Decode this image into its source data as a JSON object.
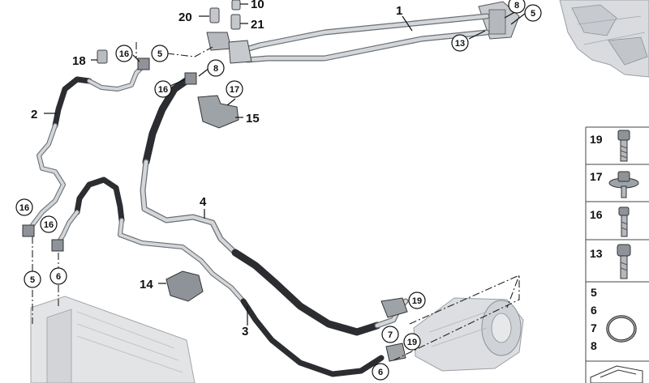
{
  "diagram": {
    "callouts": [
      {
        "id": "c1",
        "text": "1"
      },
      {
        "id": "c2",
        "text": "2"
      },
      {
        "id": "c3",
        "text": "3"
      },
      {
        "id": "c4",
        "text": "4"
      },
      {
        "id": "c10",
        "text": "10"
      },
      {
        "id": "c14",
        "text": "14"
      },
      {
        "id": "c15",
        "text": "15"
      },
      {
        "id": "c18",
        "text": "18"
      },
      {
        "id": "c20",
        "text": "20"
      },
      {
        "id": "c21",
        "text": "21"
      }
    ],
    "circled": [
      {
        "id": "k8a",
        "text": "8"
      },
      {
        "id": "k5a",
        "text": "5"
      },
      {
        "id": "k13a",
        "text": "13"
      },
      {
        "id": "k16a",
        "text": "16"
      },
      {
        "id": "k5b",
        "text": "5"
      },
      {
        "id": "k8b",
        "text": "8"
      },
      {
        "id": "k16b",
        "text": "16"
      },
      {
        "id": "k17a",
        "text": "17"
      },
      {
        "id": "k16c",
        "text": "16"
      },
      {
        "id": "k16d",
        "text": "16"
      },
      {
        "id": "k5c",
        "text": "5"
      },
      {
        "id": "k6a",
        "text": "6"
      },
      {
        "id": "k19a",
        "text": "19"
      },
      {
        "id": "k7a",
        "text": "7"
      },
      {
        "id": "k19b",
        "text": "19"
      },
      {
        "id": "k6b",
        "text": "6"
      }
    ],
    "sidebar": [
      {
        "id": "s19",
        "text": "19",
        "icon": "bolt-icon"
      },
      {
        "id": "s17",
        "text": "17",
        "icon": "flange-screw-icon"
      },
      {
        "id": "s16",
        "text": "16",
        "icon": "bolt-icon"
      },
      {
        "id": "s13",
        "text": "13",
        "icon": "bolt-icon"
      },
      {
        "id": "s5678",
        "text": [
          "5",
          "6",
          "7",
          "8"
        ],
        "icon": "o-ring-icon"
      }
    ]
  }
}
